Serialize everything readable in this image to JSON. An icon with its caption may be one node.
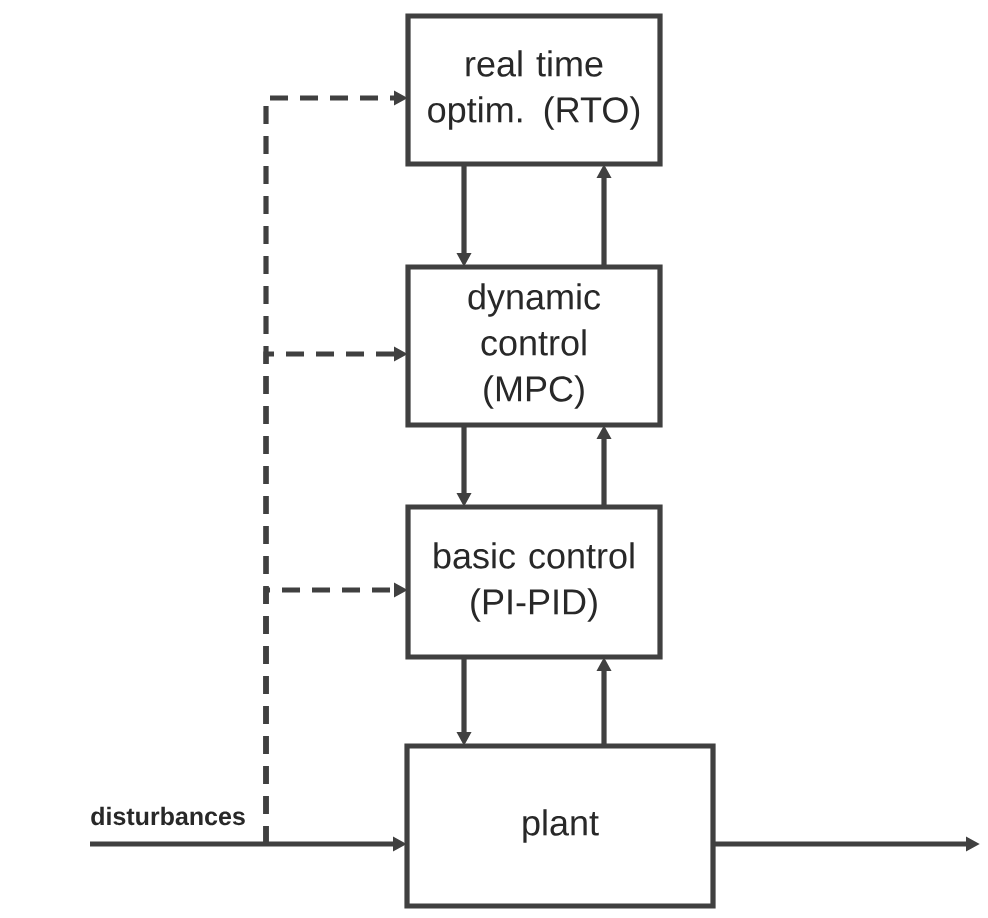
{
  "diagram": {
    "nodes": [
      {
        "text": [
          "real time optim. (RTO)"
        ]
      },
      {
        "text": [
          "dynamic control (MPC)"
        ]
      },
      {
        "text": [
          "basic control (PI-PID)"
        ]
      },
      {
        "text": [
          "plant"
        ]
      },
      {
        "text": [
          "disturbances"
        ]
      }
    ],
    "edges": [
      {
        "from": 0,
        "to": 1,
        "arrow": "to"
      },
      {
        "from": 1,
        "to": 0,
        "arrow": "to"
      },
      {
        "from": 1,
        "to": 2,
        "arrow": "to"
      },
      {
        "from": 2,
        "to": 1,
        "arrow": "to"
      },
      {
        "from": 2,
        "to": 3,
        "arrow": "to"
      },
      {
        "from": 3,
        "to": 2,
        "arrow": "to"
      },
      {
        "from": 4,
        "to": 3,
        "arrow": "to"
      },
      {
        "from": 4,
        "to": 0,
        "arrow": "to",
        "style": "dashed"
      },
      {
        "from": 4,
        "to": 1,
        "arrow": "to",
        "style": "dashed"
      },
      {
        "from": 4,
        "to": 2,
        "arrow": "to",
        "style": "dashed"
      },
      {
        "from": 3,
        "to": null,
        "arrow": "to"
      }
    ]
  }
}
